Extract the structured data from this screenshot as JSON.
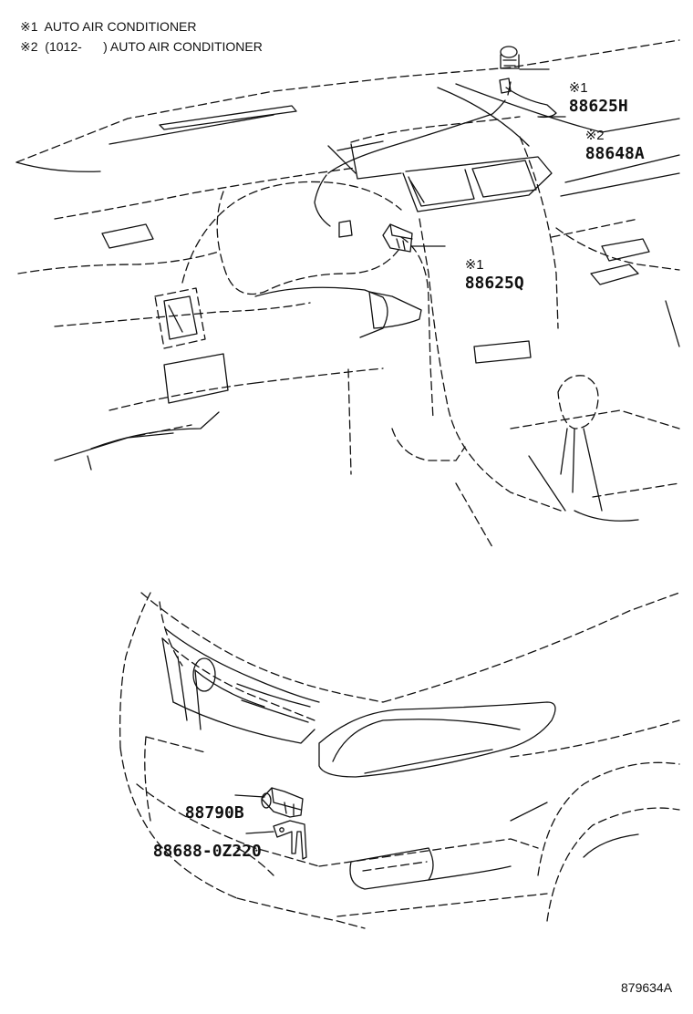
{
  "notes": {
    "note1": "※1  AUTO AIR CONDITIONER",
    "note2": "※2  (1012-      ) AUTO AIR CONDITIONER"
  },
  "parts": {
    "p1": {
      "mark": "※1",
      "number": "88625H"
    },
    "p2": {
      "mark": "※2",
      "number": "88648A"
    },
    "p3": {
      "mark": "※1",
      "number": "88625Q"
    },
    "p4": {
      "number": "88790B"
    },
    "p5": {
      "number": "88688-0Z220"
    }
  },
  "illustration_id": "879634A"
}
